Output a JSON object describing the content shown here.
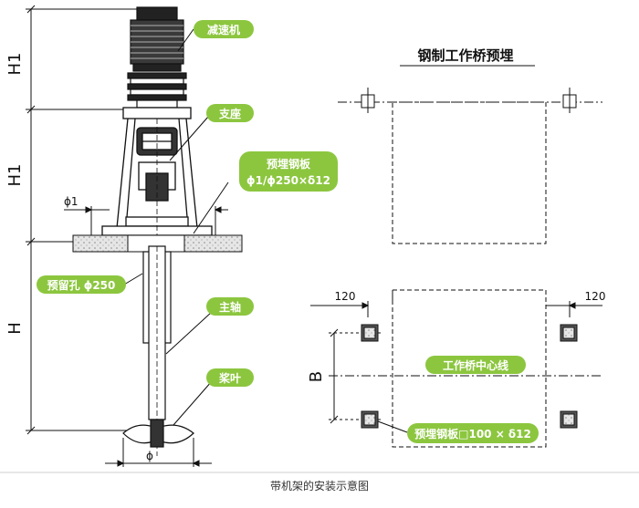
{
  "labels": {
    "reducer": "减速机",
    "bracket": "支座",
    "plate_title": "预埋钢板",
    "plate_spec": "ϕ1/ϕ250×δ12",
    "reserved_hole": "预留孔 ϕ250",
    "main_shaft": "主轴",
    "impeller": "桨叶",
    "bridge_center": "工作桥中心线",
    "bridge_plate": "预埋钢板□100 × δ12"
  },
  "dimensions": {
    "h1_top": "H1",
    "h1_mid": "H1",
    "h": "H",
    "phi1": "ϕ1",
    "phi": "ϕ",
    "b": "B",
    "left_120": "120",
    "right_120": "120"
  },
  "bridge_title": "钢制工作桥预埋",
  "caption": "带机架的安装示意图",
  "colors": {
    "label_bg": "#8cc63f",
    "line": "#111111",
    "ground": "#dddddd"
  }
}
